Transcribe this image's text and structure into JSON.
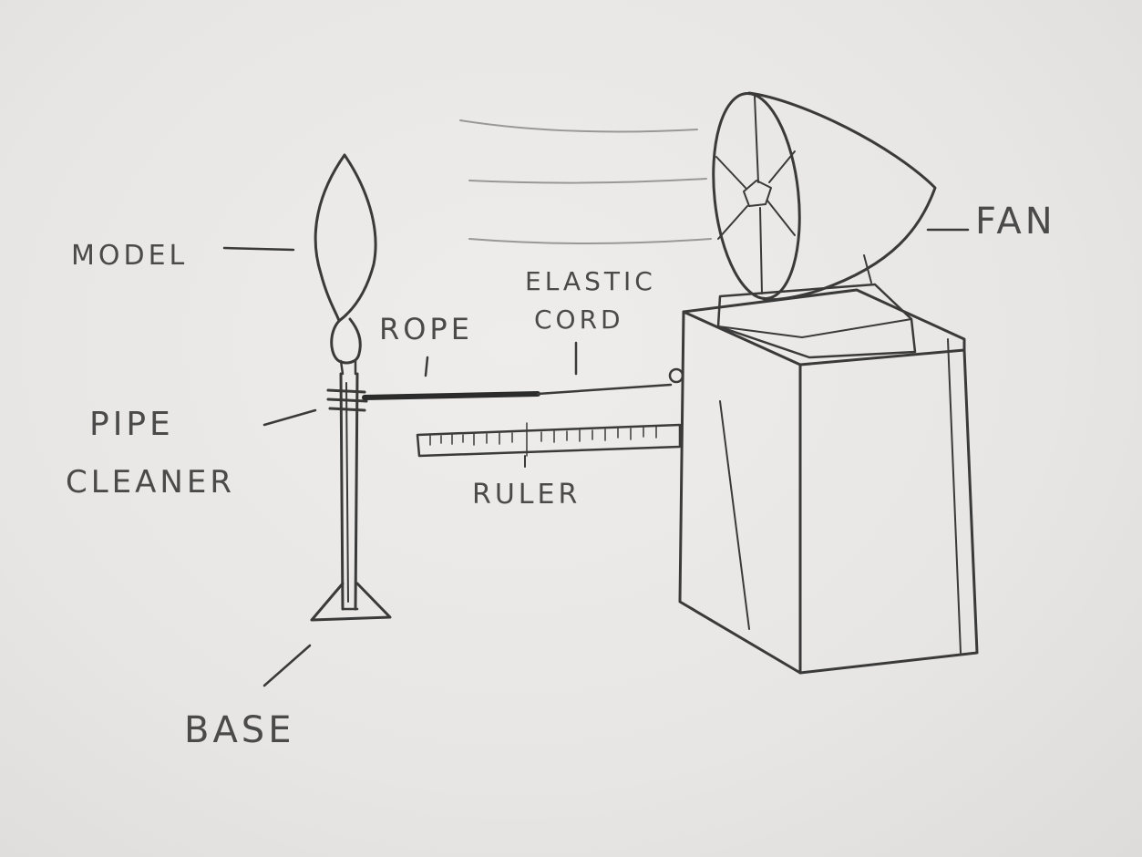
{
  "labels": {
    "model": "MODEL",
    "pipe_cleaner_line1": "PIPE",
    "pipe_cleaner_line2": "CLEANER",
    "base": "BASE",
    "rope": "ROPE",
    "elastic_cord_line1": "ELASTIC",
    "elastic_cord_line2": "CORD",
    "ruler": "RULER",
    "fan": "FAN"
  },
  "colors": {
    "paper": "#e9e7e5",
    "ink": "#3a3a3a",
    "pencil": "#4a4a4a"
  }
}
